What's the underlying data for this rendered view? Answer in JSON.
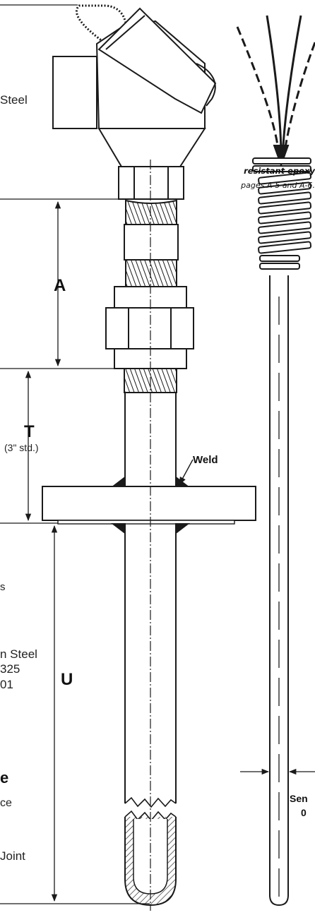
{
  "labels": {
    "frag_steel_top": "Steel",
    "epoxy_line1": "resistant epoxy",
    "epoxy_line2": "pages A-5 and A-6.",
    "dim_a": "A",
    "dim_t": "T",
    "dim_t_note": "(3\" std.)",
    "weld": "Weld",
    "frag_s": "s",
    "frag_steel_mid": "n Steel",
    "frag_325": "325",
    "frag_01": "01",
    "dim_u": "U",
    "frag_e": "e",
    "frag_ce": "ce",
    "frag_joint": "Joint",
    "frag_sen": "Sen",
    "frag_0": "0"
  },
  "colors": {
    "line": "#1a1a1a",
    "background": "#ffffff"
  }
}
